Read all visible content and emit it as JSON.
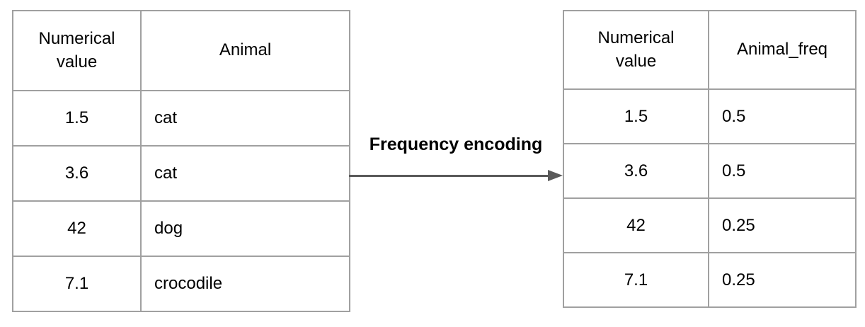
{
  "left_table": {
    "headers": [
      "Numerical value",
      "Animal"
    ],
    "rows": [
      [
        "1.5",
        "cat"
      ],
      [
        "3.6",
        "cat"
      ],
      [
        "42",
        "dog"
      ],
      [
        "7.1",
        "crocodile"
      ]
    ]
  },
  "right_table": {
    "headers": [
      "Numerical value",
      "Animal_freq"
    ],
    "rows": [
      [
        "1.5",
        "0.5"
      ],
      [
        "3.6",
        "0.5"
      ],
      [
        "42",
        "0.25"
      ],
      [
        "7.1",
        "0.25"
      ]
    ]
  },
  "arrow": {
    "label": "Frequency encoding"
  },
  "colors": {
    "table_border": "#a0a0a0",
    "arrow": "#595959",
    "text": "#000000",
    "background": "#ffffff"
  }
}
